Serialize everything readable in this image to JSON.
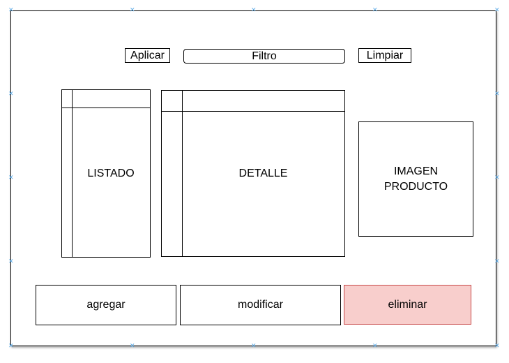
{
  "toolbar": {
    "apply_label": "Aplicar",
    "filter_label": "Filtro",
    "clear_label": "Limpiar"
  },
  "panels": {
    "list_label": "LISTADO",
    "detail_label": "DETALLE",
    "image_label_line1": "IMAGEN",
    "image_label_line2": "PRODUCTO"
  },
  "actions": {
    "add_label": "agregar",
    "modify_label": "modificar",
    "delete_label": "eliminar"
  },
  "colors": {
    "delete_fill": "#f8cecc",
    "delete_border": "#c74a4a",
    "handle": "#5aa9e6"
  }
}
